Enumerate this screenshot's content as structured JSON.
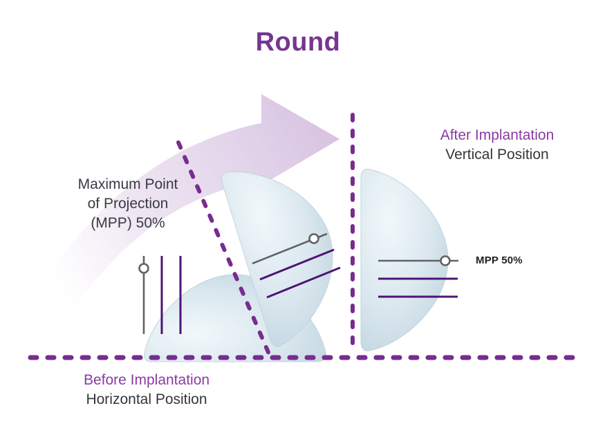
{
  "title": "Round",
  "callout_mpp": {
    "lines": [
      "Maximum Point",
      "of Projection",
      "(MPP) 50%"
    ]
  },
  "after_label": {
    "title": "After Implantation",
    "subtitle": "Vertical Position"
  },
  "before_label": {
    "title": "Before Implantation",
    "subtitle": "Horizontal Position"
  },
  "mpp_marker_label": "MPP 50%",
  "colors": {
    "title_purple": "#76368F",
    "label_purple": "#8C3AA3",
    "dashed_purple": "#772C8F",
    "measure_purple": "#4E1376",
    "measure_gray": "#606266",
    "arrow_lavender": "#D8C4E2",
    "implant_blue": "#DBE8EF",
    "text_dark": "#35353C"
  }
}
